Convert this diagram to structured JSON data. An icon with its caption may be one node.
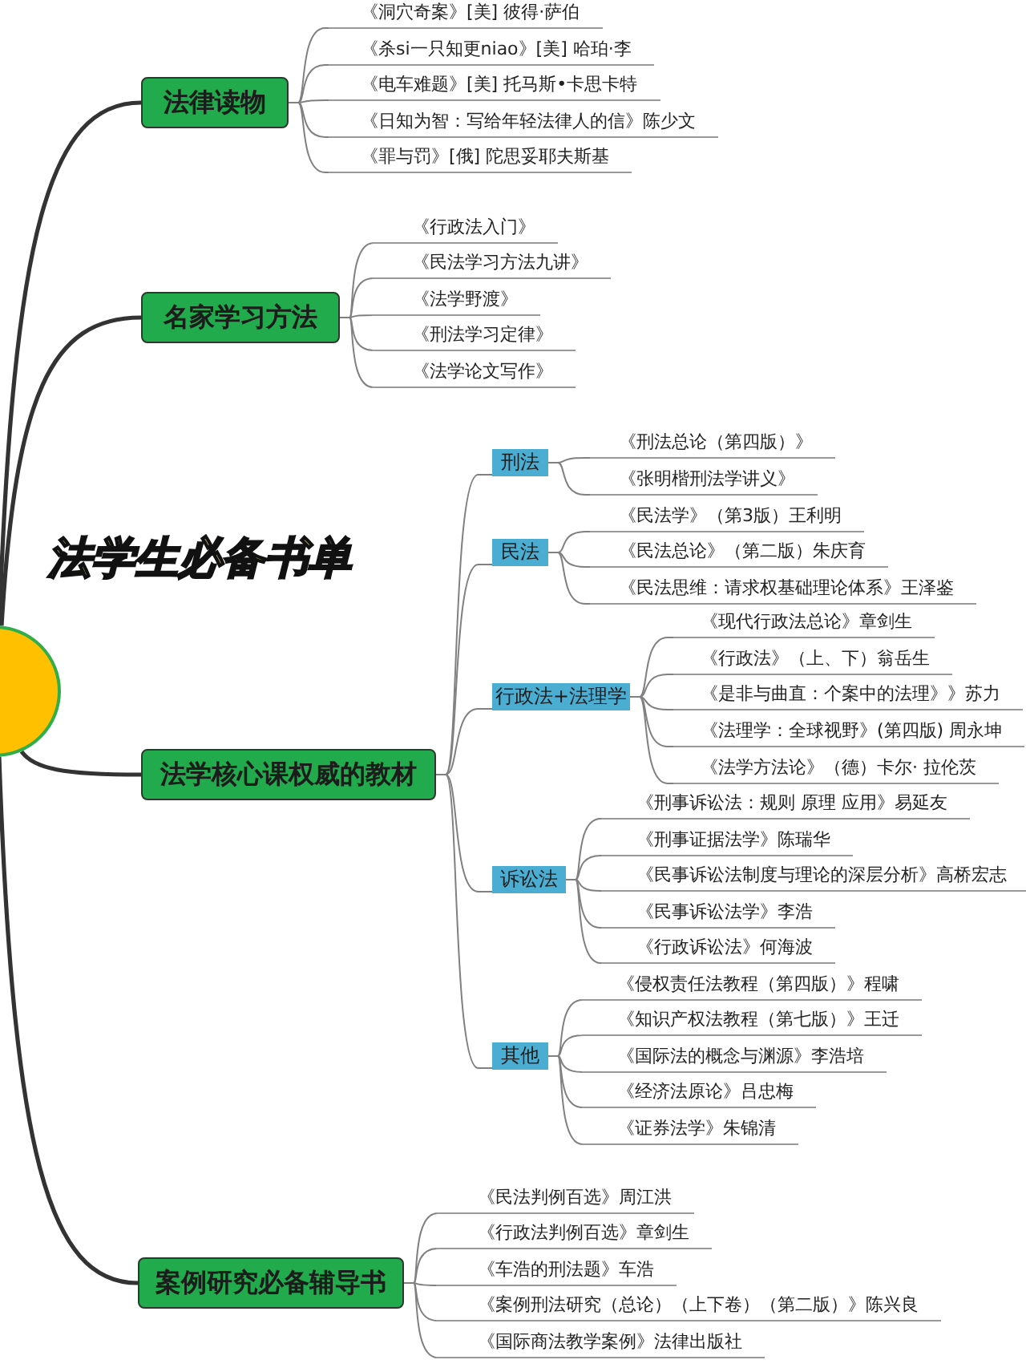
{
  "diagram": {
    "title": "法学生必备书单",
    "nodes": [
      {
        "text": [],
        "shape": "circle"
      },
      {
        "text": [
          "法律读物"
        ]
      },
      {
        "text": [
          "《洞穴奇案》[美] 彼得·萨伯"
        ]
      },
      {
        "text": [
          "《杀si一只知更niao》[美] 哈珀·李"
        ]
      },
      {
        "text": [
          "《电车难题》[美] 托马斯•卡思卡特"
        ]
      },
      {
        "text": [
          "《日知为智：写给年轻法律人的信》陈少文"
        ]
      },
      {
        "text": [
          "《罪与罚》[俄] 陀思妥耶夫斯基"
        ]
      },
      {
        "text": [
          "名家学习方法"
        ]
      },
      {
        "text": [
          "《行政法入门》"
        ]
      },
      {
        "text": [
          "《民法学习方法九讲》"
        ]
      },
      {
        "text": [
          "《法学野渡》"
        ]
      },
      {
        "text": [
          "《刑法学习定律》"
        ]
      },
      {
        "text": [
          "《法学论文写作》"
        ]
      },
      {
        "text": [
          "法学核心课权威的教材"
        ]
      },
      {
        "text": [
          "刑法"
        ]
      },
      {
        "text": [
          "《刑法总论（第四版）》"
        ]
      },
      {
        "text": [
          "《张明楷刑法学讲义》"
        ]
      },
      {
        "text": [
          "民法"
        ]
      },
      {
        "text": [
          "《民法学》（第3版）王利明"
        ]
      },
      {
        "text": [
          "《民法总论》（第二版）朱庆育"
        ]
      },
      {
        "text": [
          "《民法思维：请求权基础理论体系》王泽鉴"
        ]
      },
      {
        "text": [
          "行政法+法理学"
        ]
      },
      {
        "text": [
          "《现代行政法总论》章剑生"
        ]
      },
      {
        "text": [
          "《行政法》（上、下）翁岳生"
        ]
      },
      {
        "text": [
          "《是非与曲直：个案中的法理》》苏力"
        ]
      },
      {
        "text": [
          "《法理学：全球视野》(第四版)  周永坤"
        ]
      },
      {
        "text": [
          "《法学方法论》（德）卡尔· 拉伦茨"
        ]
      },
      {
        "text": [
          "诉讼法"
        ]
      },
      {
        "text": [
          "《刑事诉讼法：规则 原理 应用》易延友"
        ]
      },
      {
        "text": [
          "《刑事证据法学》陈瑞华"
        ]
      },
      {
        "text": [
          "《民事诉讼法制度与理论的深层分析》高桥宏志"
        ]
      },
      {
        "text": [
          "《民事诉讼法学》李浩"
        ]
      },
      {
        "text": [
          "《行政诉讼法》何海波"
        ]
      },
      {
        "text": [
          "其他"
        ]
      },
      {
        "text": [
          "《侵权责任法教程（第四版）》程啸"
        ]
      },
      {
        "text": [
          "《知识产权法教程（第七版）》王迁"
        ]
      },
      {
        "text": [
          "《国际法的概念与渊源》李浩培"
        ]
      },
      {
        "text": [
          "《经济法原论》吕忠梅"
        ]
      },
      {
        "text": [
          "《证券法学》朱锦清"
        ]
      },
      {
        "text": [
          "案例研究必备辅导书"
        ]
      },
      {
        "text": [
          "《民法判例百选》周江洪"
        ]
      },
      {
        "text": [
          "《行政法判例百选》章剑生"
        ]
      },
      {
        "text": [
          "《车浩的刑法题》车浩"
        ]
      },
      {
        "text": [
          "《案例刑法研究（总论）（上下卷）（第二版）》陈兴良"
        ]
      },
      {
        "text": [
          "《国际商法教学案例》法律出版社"
        ]
      }
    ],
    "edges": [
      {
        "from": 0,
        "to": 1,
        "arrow": "none",
        "style": "thick"
      },
      {
        "from": 0,
        "to": 7,
        "arrow": "none",
        "style": "thick"
      },
      {
        "from": 0,
        "to": 13,
        "arrow": "none",
        "style": "thick"
      },
      {
        "from": 0,
        "to": 39,
        "arrow": "none",
        "style": "thick"
      },
      {
        "from": 1,
        "to": 2,
        "arrow": "none"
      },
      {
        "from": 1,
        "to": 3,
        "arrow": "none"
      },
      {
        "from": 1,
        "to": 4,
        "arrow": "none"
      },
      {
        "from": 1,
        "to": 5,
        "arrow": "none"
      },
      {
        "from": 1,
        "to": 6,
        "arrow": "none"
      },
      {
        "from": 7,
        "to": 8,
        "arrow": "none"
      },
      {
        "from": 7,
        "to": 9,
        "arrow": "none"
      },
      {
        "from": 7,
        "to": 10,
        "arrow": "none"
      },
      {
        "from": 7,
        "to": 11,
        "arrow": "none"
      },
      {
        "from": 7,
        "to": 12,
        "arrow": "none"
      },
      {
        "from": 13,
        "to": 14,
        "arrow": "none"
      },
      {
        "from": 13,
        "to": 17,
        "arrow": "none"
      },
      {
        "from": 13,
        "to": 21,
        "arrow": "none"
      },
      {
        "from": 13,
        "to": 27,
        "arrow": "none"
      },
      {
        "from": 13,
        "to": 33,
        "arrow": "none"
      },
      {
        "from": 14,
        "to": 15,
        "arrow": "none"
      },
      {
        "from": 14,
        "to": 16,
        "arrow": "none"
      },
      {
        "from": 17,
        "to": 18,
        "arrow": "none"
      },
      {
        "from": 17,
        "to": 19,
        "arrow": "none"
      },
      {
        "from": 17,
        "to": 20,
        "arrow": "none"
      },
      {
        "from": 21,
        "to": 22,
        "arrow": "none"
      },
      {
        "from": 21,
        "to": 23,
        "arrow": "none"
      },
      {
        "from": 21,
        "to": 24,
        "arrow": "none"
      },
      {
        "from": 21,
        "to": 25,
        "arrow": "none"
      },
      {
        "from": 21,
        "to": 26,
        "arrow": "none"
      },
      {
        "from": 27,
        "to": 28,
        "arrow": "none"
      },
      {
        "from": 27,
        "to": 29,
        "arrow": "none"
      },
      {
        "from": 27,
        "to": 30,
        "arrow": "none"
      },
      {
        "from": 27,
        "to": 31,
        "arrow": "none"
      },
      {
        "from": 27,
        "to": 32,
        "arrow": "none"
      },
      {
        "from": 33,
        "to": 34,
        "arrow": "none"
      },
      {
        "from": 33,
        "to": 35,
        "arrow": "none"
      },
      {
        "from": 33,
        "to": 36,
        "arrow": "none"
      },
      {
        "from": 33,
        "to": 37,
        "arrow": "none"
      },
      {
        "from": 33,
        "to": 38,
        "arrow": "none"
      },
      {
        "from": 39,
        "to": 40,
        "arrow": "none"
      },
      {
        "from": 39,
        "to": 41,
        "arrow": "none"
      },
      {
        "from": 39,
        "to": 42,
        "arrow": "none"
      },
      {
        "from": 39,
        "to": 43,
        "arrow": "none"
      },
      {
        "from": 39,
        "to": 44,
        "arrow": "none"
      }
    ]
  }
}
